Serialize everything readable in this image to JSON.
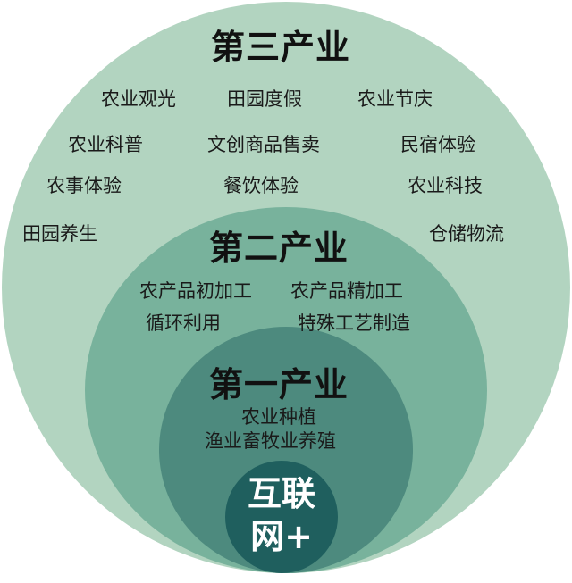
{
  "tertiary": {
    "title": "第三产业",
    "items": [
      "农业观光",
      "田园度假",
      "农业节庆",
      "农业科普",
      "文创商品售卖",
      "民宿体验",
      "农事体验",
      "餐饮体验",
      "农业科技",
      "田园养生",
      "仓储物流"
    ]
  },
  "secondary": {
    "title": "第二产业",
    "items": [
      "农产品初加工",
      "农产品精加工",
      "循环利用",
      "特殊工艺制造"
    ]
  },
  "primary": {
    "title": "第一产业",
    "items": [
      "农业种植",
      "渔业畜牧业养殖"
    ]
  },
  "core": {
    "line1": "互联",
    "line2": "网+"
  },
  "colors": {
    "tertiary": "#b2d4c0",
    "secondary": "#78b29c",
    "primary": "#4d8a7e",
    "core": "#1f5f5e"
  }
}
